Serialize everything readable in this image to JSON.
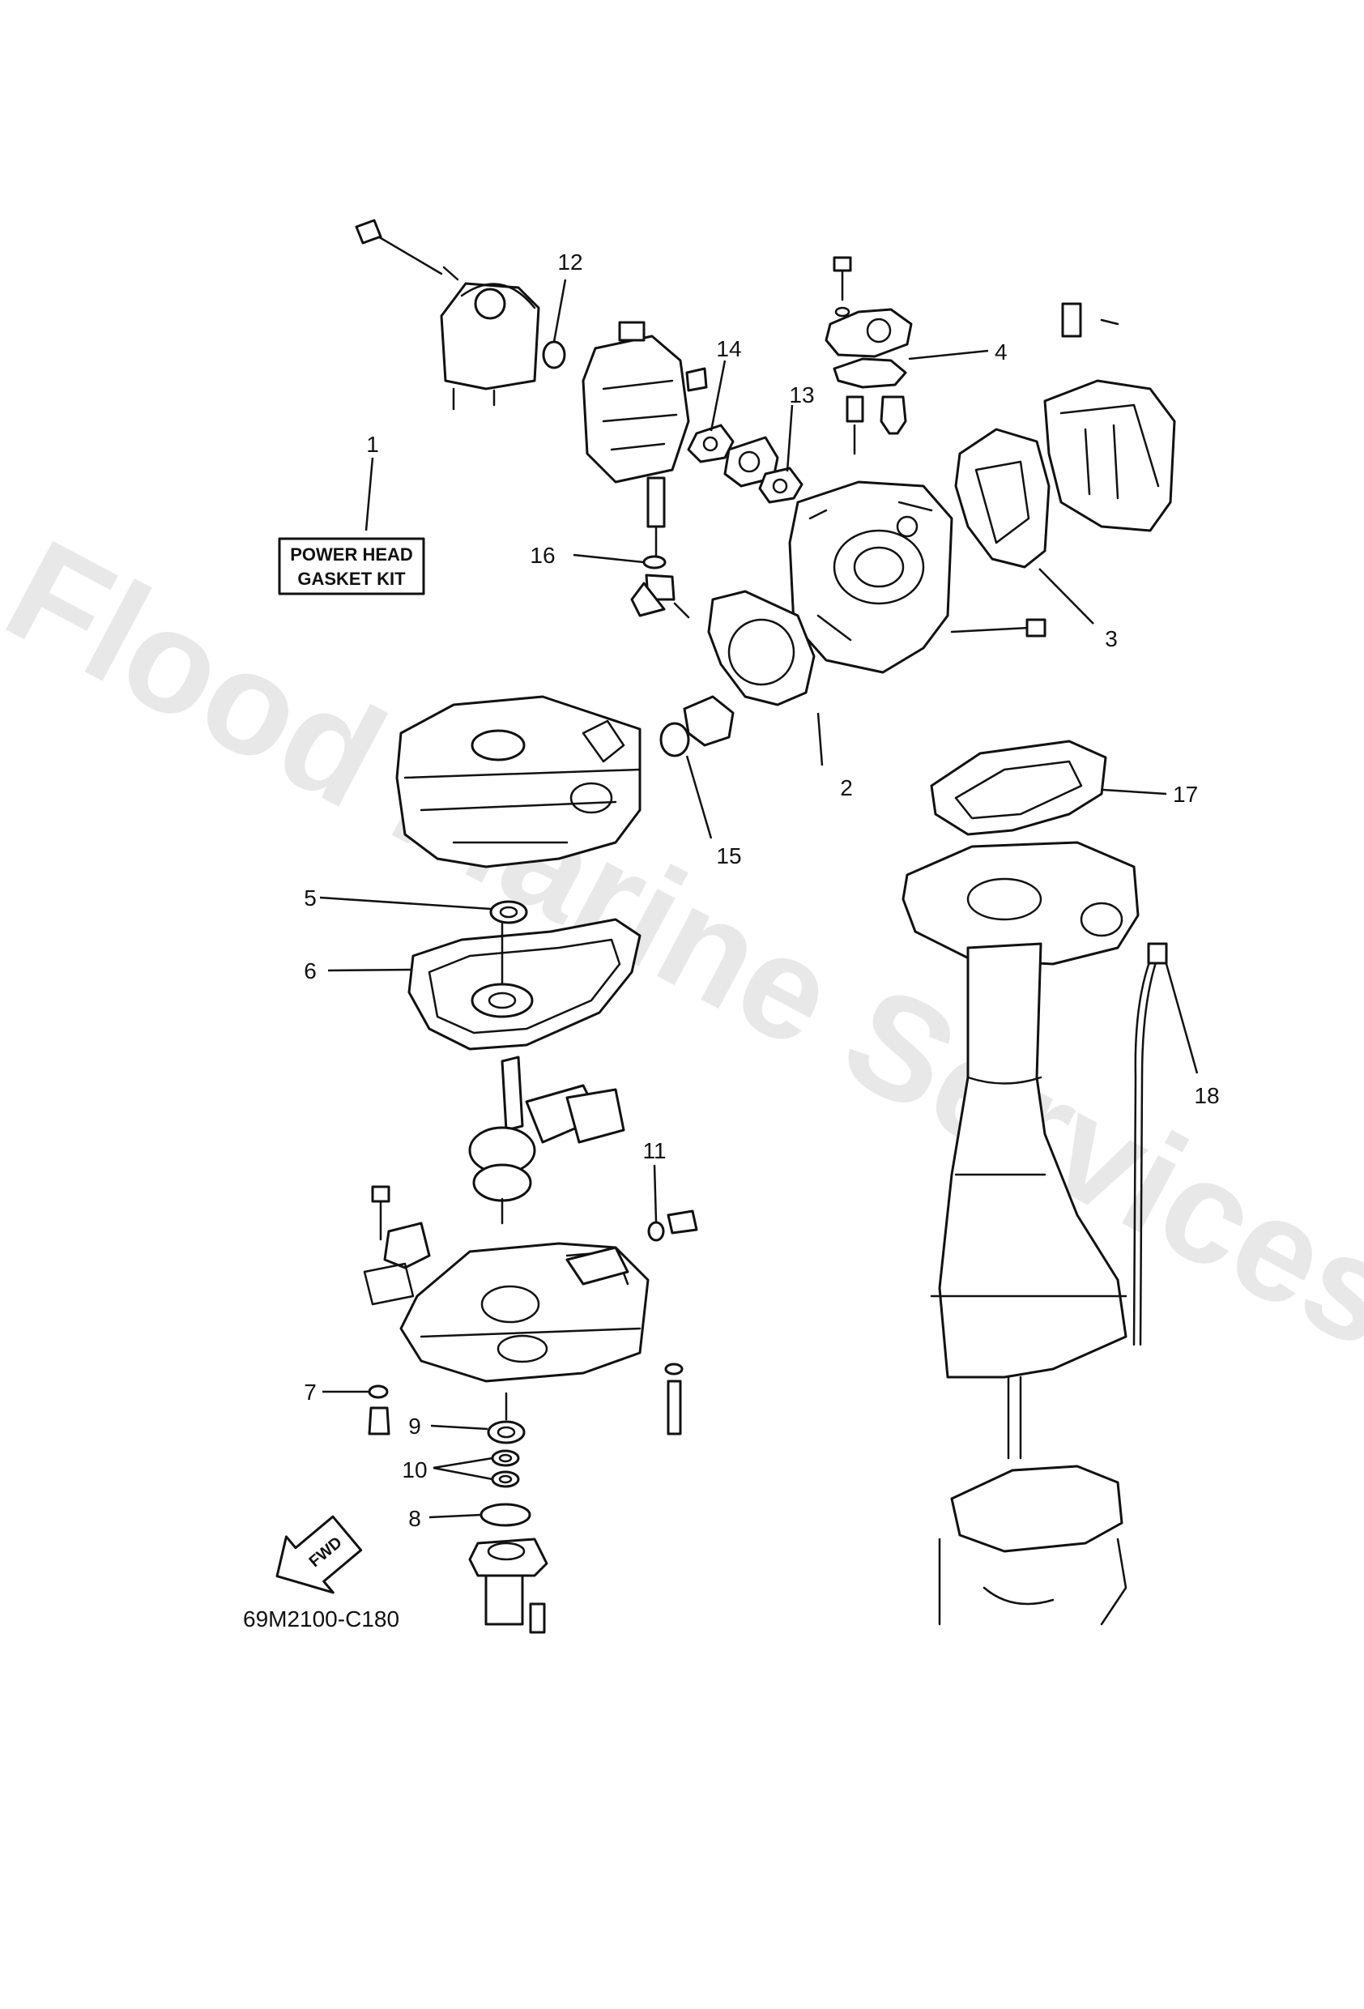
{
  "watermark": "Flood Marine Services",
  "kit_label": {
    "line1": "POWER HEAD",
    "line2": "GASKET KIT"
  },
  "diagram_code": "69M2100-C180",
  "fwd_label": "FWD",
  "callouts": {
    "c1": "1",
    "c2": "2",
    "c3": "3",
    "c4": "4",
    "c5": "5",
    "c6": "6",
    "c7": "7",
    "c8": "8",
    "c9": "9",
    "c10": "10",
    "c11": "11",
    "c12": "12",
    "c13": "13",
    "c14": "14",
    "c15": "15",
    "c16": "16",
    "c17": "17",
    "c18": "18"
  },
  "colors": {
    "line": "#111111",
    "watermark": "#d7d7d7",
    "background": "#ffffff"
  }
}
